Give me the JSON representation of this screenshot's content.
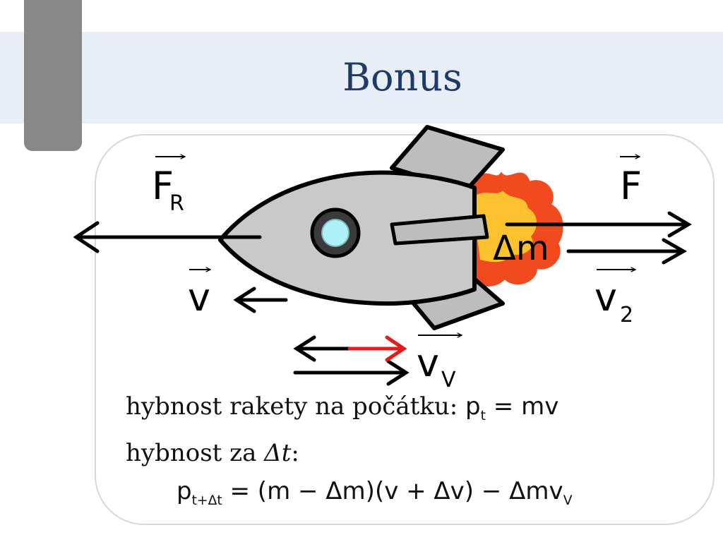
{
  "slide": {
    "title": "Bonus"
  },
  "labels": {
    "fr_main": "F",
    "fr_sub": "R",
    "f_main": "F",
    "dm": "Δm",
    "v_main": "v",
    "v2_main": "v",
    "v2_sub": "2",
    "vv_main": "v",
    "vv_sub": "V"
  },
  "text": {
    "line1_prefix": "hybnost rakety na počátku:",
    "line1_formula": "p",
    "line1_sub": "t",
    "line1_rhs": " = mv",
    "line2_prefix": "hybnost za ",
    "line2_italic": "Δt",
    "line2_suffix": ":",
    "line3_p": "p",
    "line3_sub": "t+Δt",
    "line3_rhs": " = (m − Δm)(v + Δv) − Δmv",
    "line3_end_sub": "V"
  },
  "colors": {
    "title": "#1f3a67",
    "band": "#e8eef6",
    "tab": "#888888",
    "rocket_body": "#c9c9c9",
    "window": "#aef0f7",
    "flame_outer": "#f04a1e",
    "flame_inner": "#fcc12e",
    "red_arrow": "#e41b1b"
  }
}
